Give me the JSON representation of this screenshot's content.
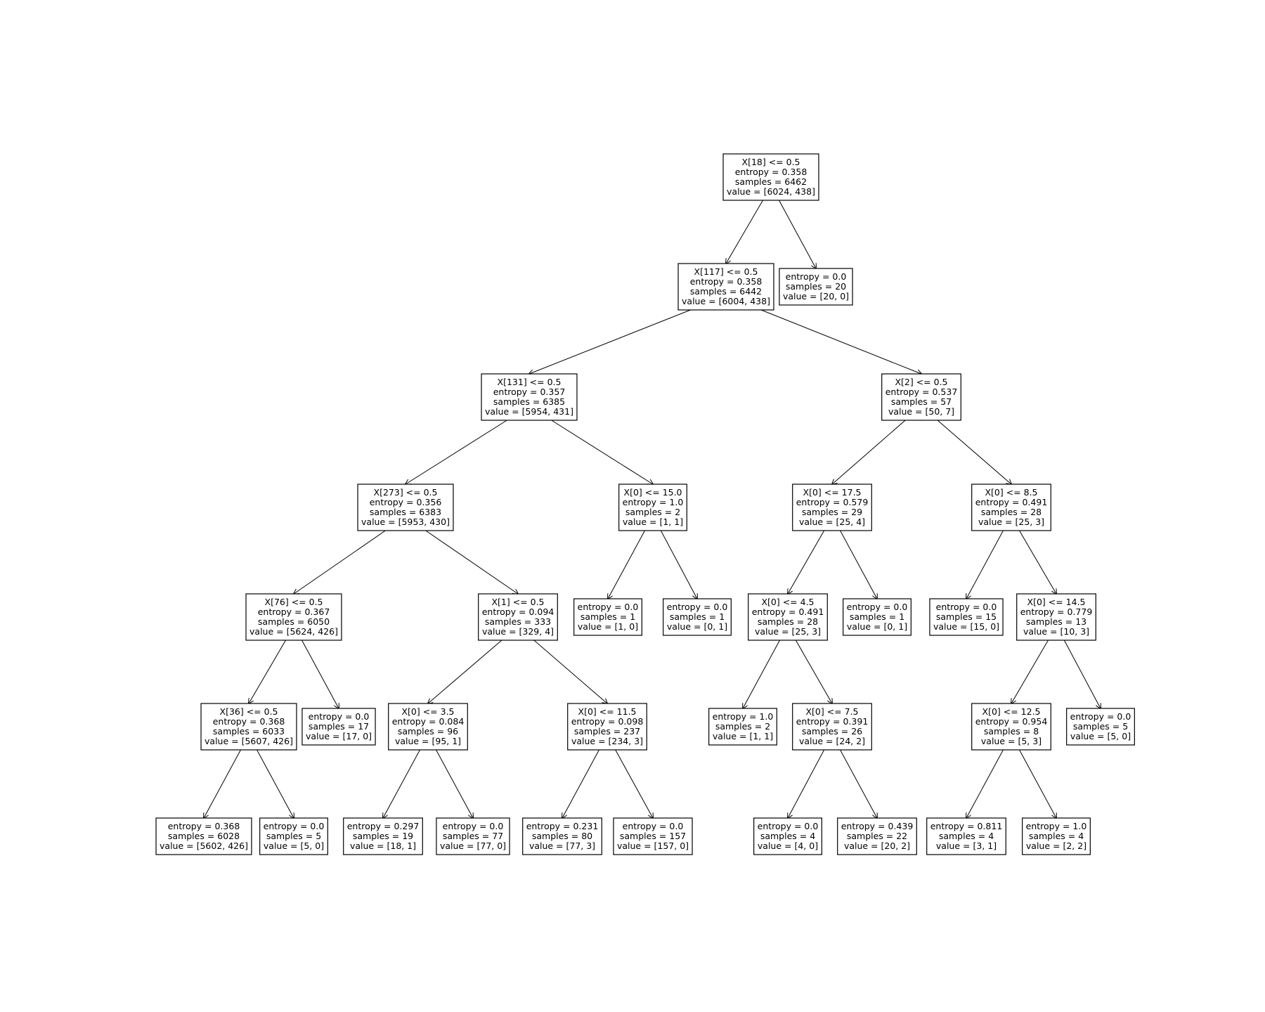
{
  "tree": {
    "nodes": [
      {
        "id": "n0",
        "lines": [
          "X[18] <= 0.5",
          "entropy = 0.358",
          "samples = 6462",
          "value = [6024, 438]"
        ]
      },
      {
        "id": "n1",
        "lines": [
          "X[117] <= 0.5",
          "entropy = 0.358",
          "samples = 6442",
          "value = [6004, 438]"
        ]
      },
      {
        "id": "n2",
        "lines": [
          "entropy = 0.0",
          "samples = 20",
          "value = [20, 0]"
        ]
      },
      {
        "id": "n3",
        "lines": [
          "X[131] <= 0.5",
          "entropy = 0.357",
          "samples = 6385",
          "value = [5954, 431]"
        ]
      },
      {
        "id": "n4",
        "lines": [
          "X[2] <= 0.5",
          "entropy = 0.537",
          "samples = 57",
          "value = [50, 7]"
        ]
      },
      {
        "id": "n5",
        "lines": [
          "X[273] <= 0.5",
          "entropy = 0.356",
          "samples = 6383",
          "value = [5953, 430]"
        ]
      },
      {
        "id": "n6",
        "lines": [
          "X[0] <= 15.0",
          "entropy = 1.0",
          "samples = 2",
          "value = [1, 1]"
        ]
      },
      {
        "id": "n7",
        "lines": [
          "X[0] <= 17.5",
          "entropy = 0.579",
          "samples = 29",
          "value = [25, 4]"
        ]
      },
      {
        "id": "n8",
        "lines": [
          "X[0] <= 8.5",
          "entropy = 0.491",
          "samples = 28",
          "value = [25, 3]"
        ]
      },
      {
        "id": "n9",
        "lines": [
          "X[76] <= 0.5",
          "entropy = 0.367",
          "samples = 6050",
          "value = [5624, 426]"
        ]
      },
      {
        "id": "n10",
        "lines": [
          "X[1] <= 0.5",
          "entropy = 0.094",
          "samples = 333",
          "value = [329, 4]"
        ]
      },
      {
        "id": "n11",
        "lines": [
          "entropy = 0.0",
          "samples = 1",
          "value = [1, 0]"
        ]
      },
      {
        "id": "n12",
        "lines": [
          "entropy = 0.0",
          "samples = 1",
          "value = [0, 1]"
        ]
      },
      {
        "id": "n13",
        "lines": [
          "X[0] <= 4.5",
          "entropy = 0.491",
          "samples = 28",
          "value = [25, 3]"
        ]
      },
      {
        "id": "n14",
        "lines": [
          "entropy = 0.0",
          "samples = 1",
          "value = [0, 1]"
        ]
      },
      {
        "id": "n15",
        "lines": [
          "entropy = 0.0",
          "samples = 15",
          "value = [15, 0]"
        ]
      },
      {
        "id": "n16",
        "lines": [
          "X[0] <= 14.5",
          "entropy = 0.779",
          "samples = 13",
          "value = [10, 3]"
        ]
      },
      {
        "id": "n17",
        "lines": [
          "X[36] <= 0.5",
          "entropy = 0.368",
          "samples = 6033",
          "value = [5607, 426]"
        ]
      },
      {
        "id": "n18",
        "lines": [
          "entropy = 0.0",
          "samples = 17",
          "value = [17, 0]"
        ]
      },
      {
        "id": "n19",
        "lines": [
          "X[0] <= 3.5",
          "entropy = 0.084",
          "samples = 96",
          "value = [95, 1]"
        ]
      },
      {
        "id": "n20",
        "lines": [
          "X[0] <= 11.5",
          "entropy = 0.098",
          "samples = 237",
          "value = [234, 3]"
        ]
      },
      {
        "id": "n21",
        "lines": [
          "entropy = 1.0",
          "samples = 2",
          "value = [1, 1]"
        ]
      },
      {
        "id": "n22",
        "lines": [
          "X[0] <= 7.5",
          "entropy = 0.391",
          "samples = 26",
          "value = [24, 2]"
        ]
      },
      {
        "id": "n23",
        "lines": [
          "X[0] <= 12.5",
          "entropy = 0.954",
          "samples = 8",
          "value = [5, 3]"
        ]
      },
      {
        "id": "n24",
        "lines": [
          "entropy = 0.0",
          "samples = 5",
          "value = [5, 0]"
        ]
      },
      {
        "id": "n25",
        "lines": [
          "entropy = 0.368",
          "samples = 6028",
          "value = [5602, 426]"
        ]
      },
      {
        "id": "n26",
        "lines": [
          "entropy = 0.0",
          "samples = 5",
          "value = [5, 0]"
        ]
      },
      {
        "id": "n27",
        "lines": [
          "entropy = 0.297",
          "samples = 19",
          "value = [18, 1]"
        ]
      },
      {
        "id": "n28",
        "lines": [
          "entropy = 0.0",
          "samples = 77",
          "value = [77, 0]"
        ]
      },
      {
        "id": "n29",
        "lines": [
          "entropy = 0.231",
          "samples = 80",
          "value = [77, 3]"
        ]
      },
      {
        "id": "n30",
        "lines": [
          "entropy = 0.0",
          "samples = 157",
          "value = [157, 0]"
        ]
      },
      {
        "id": "n31",
        "lines": [
          "entropy = 0.0",
          "samples = 4",
          "value = [4, 0]"
        ]
      },
      {
        "id": "n32",
        "lines": [
          "entropy = 0.439",
          "samples = 22",
          "value = [20, 2]"
        ]
      },
      {
        "id": "n33",
        "lines": [
          "entropy = 0.811",
          "samples = 4",
          "value = [3, 1]"
        ]
      },
      {
        "id": "n34",
        "lines": [
          "entropy = 1.0",
          "samples = 4",
          "value = [2, 2]"
        ]
      }
    ],
    "edges": [
      [
        "n0",
        "n1"
      ],
      [
        "n0",
        "n2"
      ],
      [
        "n1",
        "n3"
      ],
      [
        "n1",
        "n4"
      ],
      [
        "n3",
        "n5"
      ],
      [
        "n3",
        "n6"
      ],
      [
        "n4",
        "n7"
      ],
      [
        "n4",
        "n8"
      ],
      [
        "n5",
        "n9"
      ],
      [
        "n5",
        "n10"
      ],
      [
        "n6",
        "n11"
      ],
      [
        "n6",
        "n12"
      ],
      [
        "n7",
        "n13"
      ],
      [
        "n7",
        "n14"
      ],
      [
        "n8",
        "n15"
      ],
      [
        "n8",
        "n16"
      ],
      [
        "n9",
        "n17"
      ],
      [
        "n9",
        "n18"
      ],
      [
        "n10",
        "n19"
      ],
      [
        "n10",
        "n20"
      ],
      [
        "n13",
        "n21"
      ],
      [
        "n13",
        "n22"
      ],
      [
        "n16",
        "n23"
      ],
      [
        "n16",
        "n24"
      ],
      [
        "n17",
        "n25"
      ],
      [
        "n17",
        "n26"
      ],
      [
        "n19",
        "n27"
      ],
      [
        "n19",
        "n28"
      ],
      [
        "n20",
        "n29"
      ],
      [
        "n20",
        "n30"
      ],
      [
        "n22",
        "n31"
      ],
      [
        "n22",
        "n32"
      ],
      [
        "n23",
        "n33"
      ],
      [
        "n23",
        "n34"
      ]
    ]
  }
}
